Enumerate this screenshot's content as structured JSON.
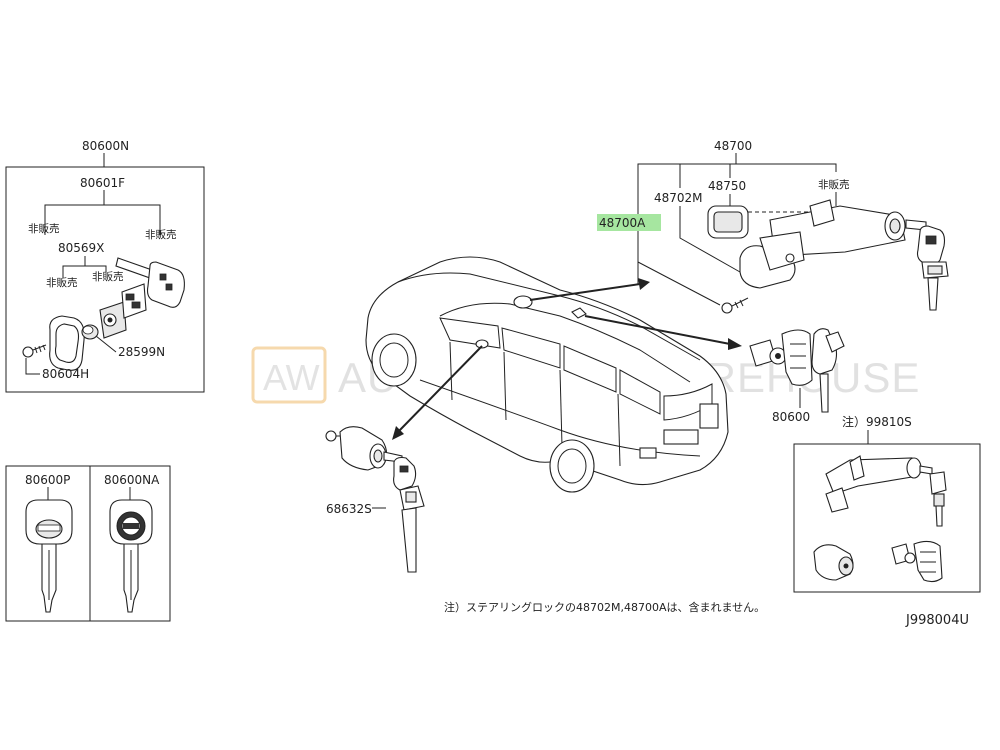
{
  "labels": {
    "p80600N": "80600N",
    "p80601F": "80601F",
    "p80569X": "80569X",
    "p28599N": "28599N",
    "p80604H": "80604H",
    "p80600P": "80600P",
    "p80600NA": "80600NA",
    "p48700": "48700",
    "p48750": "48750",
    "p48702M": "48702M",
    "p48700A": "48700A",
    "p80600": "80600",
    "p68632S": "68632S",
    "p99810S": "注）99810S",
    "not_for_sale": "非販売",
    "note": "注）ステアリングロックの48702M,48700Aは、含まれません。",
    "diagram_id": "J998004U"
  },
  "watermark": {
    "box_text": "AW",
    "text": "AUTOMOTIVE WAREHOUSE"
  },
  "colors": {
    "highlight": "#a6e6a0",
    "watermark_box": "#f4d7a8"
  }
}
